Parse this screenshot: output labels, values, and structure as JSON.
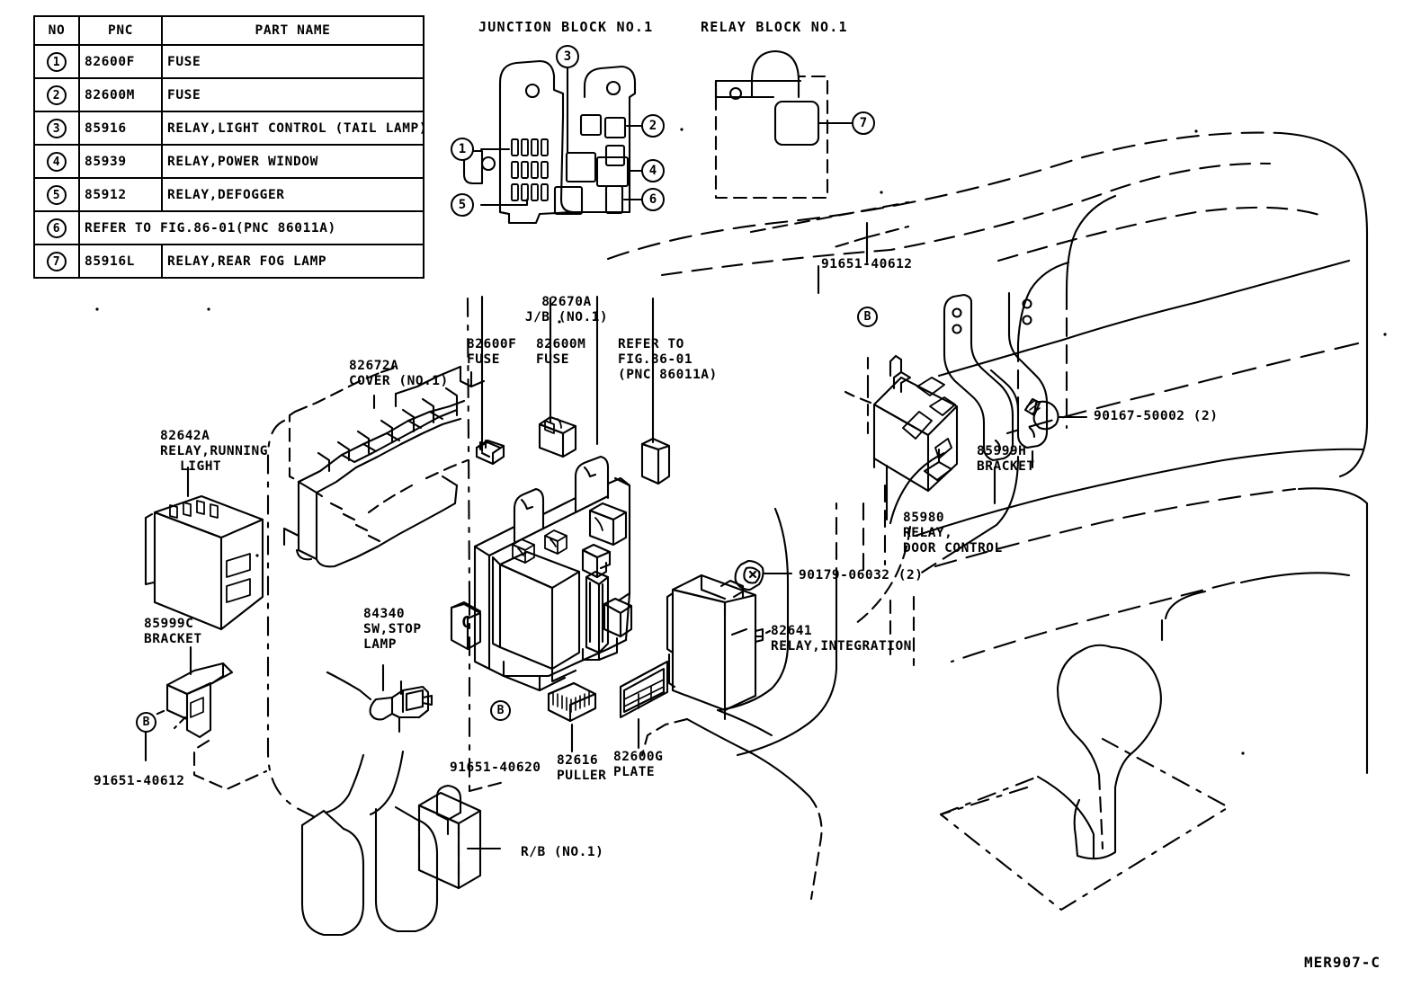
{
  "drawing": {
    "number": "MER907-C",
    "type": "automotive-parts-exploded-diagram"
  },
  "parts_table": {
    "headers": [
      "NO",
      "PNC",
      "PART NAME"
    ],
    "rows": [
      {
        "no": "1",
        "pnc": "82600F",
        "part_name": "FUSE",
        "span": false
      },
      {
        "no": "2",
        "pnc": "82600M",
        "part_name": "FUSE",
        "span": false
      },
      {
        "no": "3",
        "pnc": "85916",
        "part_name": "RELAY,LIGHT CONTROL (TAIL LAMP)",
        "span": false
      },
      {
        "no": "4",
        "pnc": "85939",
        "part_name": "RELAY,POWER WINDOW",
        "span": false
      },
      {
        "no": "5",
        "pnc": "85912",
        "part_name": "RELAY,DEFOGGER",
        "span": false
      },
      {
        "no": "6",
        "pnc": "",
        "part_name": "REFER TO FIG.86-01(PNC 86011A)",
        "span": true
      },
      {
        "no": "7",
        "pnc": "85916L",
        "part_name": "RELAY,REAR FOG LAMP",
        "span": false
      }
    ]
  },
  "junction_block_panel": {
    "title": "JUNCTION BLOCK NO.1",
    "callouts": [
      "3",
      "2",
      "1",
      "4",
      "5",
      "6"
    ]
  },
  "relay_block_panel": {
    "title": "RELAY BLOCK NO.1",
    "callouts": [
      "7"
    ]
  },
  "labels": {
    "jb_main_code": "82670A",
    "jb_main_name": "J/B (NO.1)",
    "jb_branch_1_code": "82600F",
    "jb_branch_1_name": "FUSE",
    "jb_branch_2_code": "82600M",
    "jb_branch_2_name": "FUSE",
    "jb_branch_3_line1": "REFER TO",
    "jb_branch_3_line2": "FIG.86-01",
    "jb_branch_3_line3": "(PNC 86011A)",
    "cover_code": "82672A",
    "cover_name": "COVER (NO.1)",
    "running_light_code": "82642A",
    "running_light_name_1": "RELAY,RUNNING",
    "running_light_name_2": "LIGHT",
    "bracket_c_code": "85999C",
    "bracket_c_name": "BRACKET",
    "bolt_left_code": "91651-40612",
    "stop_lamp_code": "84340",
    "stop_lamp_name_1": "SW,STOP",
    "stop_lamp_name_2": "LAMP",
    "bolt_center_code": "91651-40620",
    "puller_code": "82616",
    "puller_name": "PULLER",
    "plate_code": "82600G",
    "plate_name": "PLATE",
    "relay_block_ref": "R/B (NO.1)",
    "bolt_right_code": "91651-40612",
    "screw_code": "90167-50002 (2)",
    "bracket_h_code": "85999H",
    "bracket_h_name": "BRACKET",
    "door_control_code": "85980",
    "door_control_name_1": "RELAY,",
    "door_control_name_2": "DOOR CONTROL",
    "nut_code": "90179-06032 (2)",
    "integration_code": "82641",
    "integration_name": "RELAY,INTEGRATION",
    "marker_b": "B",
    "marker_c": "C"
  },
  "colors": {
    "line": "#000000",
    "background": "#ffffff"
  }
}
